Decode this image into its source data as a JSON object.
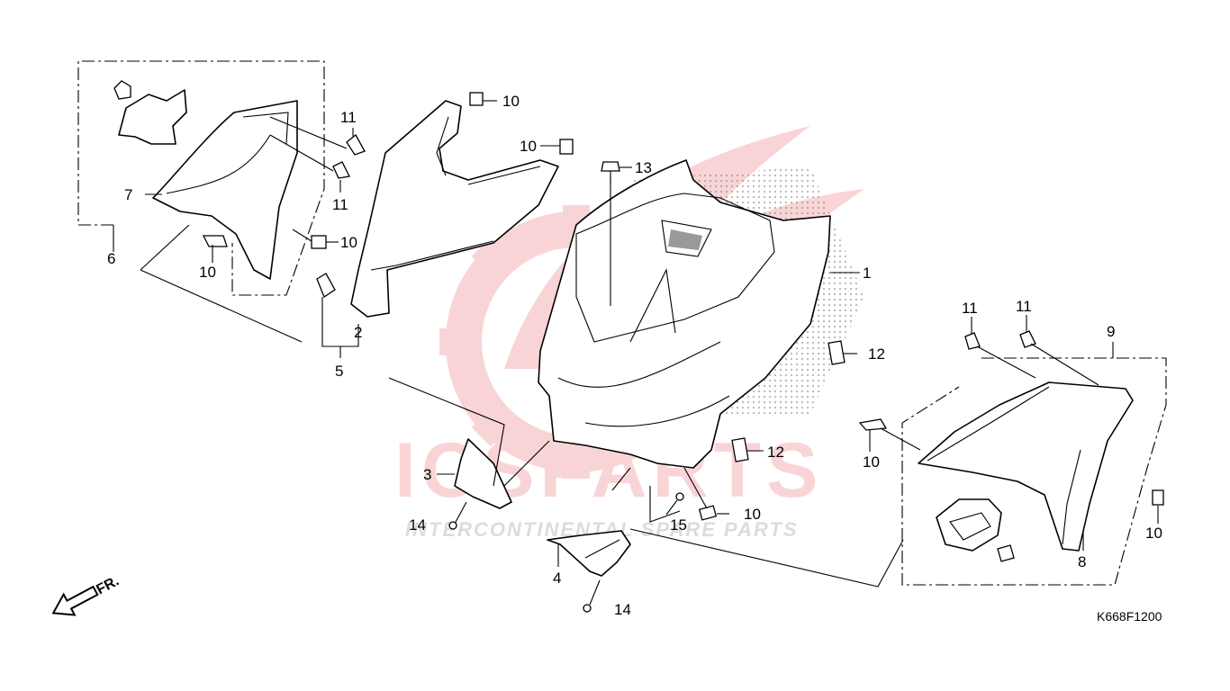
{
  "diagram": {
    "code": "K668F1200",
    "direction_label": "FR.",
    "watermark": {
      "brand": "ICSPARTS",
      "tagline": "INTERCONTINENTAL SPARE PARTS",
      "color": "#e8424a"
    },
    "callouts": [
      "1",
      "2",
      "3",
      "4",
      "5",
      "6",
      "7",
      "8",
      "9",
      "10",
      "10",
      "10",
      "10",
      "10",
      "10",
      "10",
      "11",
      "11",
      "11",
      "11",
      "12",
      "12",
      "13",
      "14",
      "14",
      "15"
    ]
  }
}
